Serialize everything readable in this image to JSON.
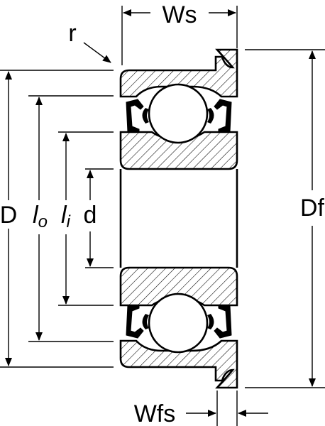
{
  "labels": {
    "ws": "Ws",
    "r": "r",
    "d_outer": "D",
    "lo_main": "l",
    "lo_sub": "o",
    "li_main": "l",
    "li_sub": "i",
    "d_bore": "d",
    "df": "Df",
    "wfs": "Wfs"
  },
  "colors": {
    "line": "#000000",
    "background": "#ffffff",
    "ball": "#ffffff"
  }
}
